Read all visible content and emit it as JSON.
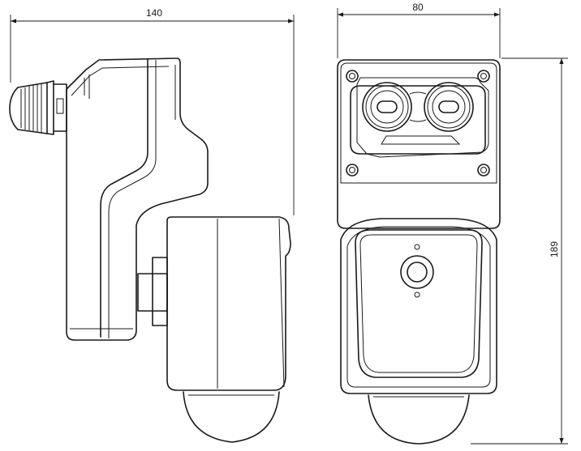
{
  "dimensions": {
    "side_width": "140",
    "front_width": "80",
    "front_height": "189"
  }
}
